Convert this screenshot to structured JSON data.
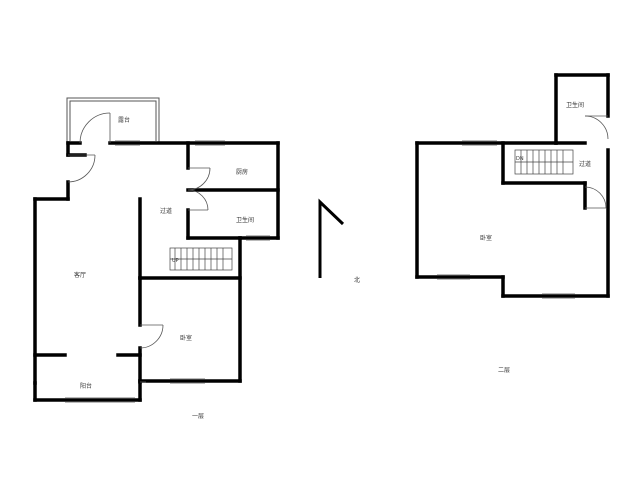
{
  "colors": {
    "wall": "#000000",
    "thin": "#555555",
    "window": "#777777",
    "text": "#333333"
  },
  "floor1": {
    "title": "一层",
    "rooms": {
      "balcony_top": "露台",
      "kitchen": "厨房",
      "corridor": "过道",
      "bathroom": "卫生间",
      "living": "客厅",
      "bedroom": "卧室",
      "balcony_bottom": "阳台",
      "stairs_up": "UP"
    }
  },
  "compass": {
    "label": "北"
  },
  "floor2": {
    "title": "二层",
    "rooms": {
      "bathroom": "卫生间",
      "corridor": "过道",
      "bedroom": "卧室",
      "stairs_down": "DN"
    }
  }
}
